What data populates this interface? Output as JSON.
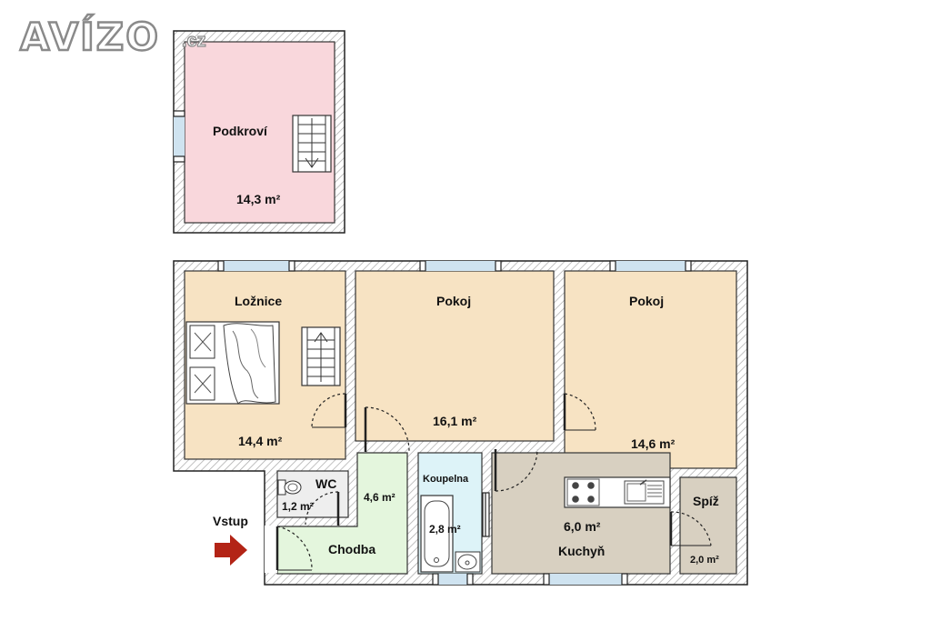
{
  "branding": {
    "logo_main": "AVÍZO",
    "logo_suffix": ".cz"
  },
  "rooms": {
    "attic": {
      "name": "Podkroví",
      "area": "14,3 m²"
    },
    "bedroom": {
      "name": "Ložnice",
      "area": "14,4 m²"
    },
    "room1": {
      "name": "Pokoj",
      "area": "16,1 m²"
    },
    "room2": {
      "name": "Pokoj",
      "area": "14,6 m²"
    },
    "wc": {
      "name": "WC",
      "area": "1,2 m²"
    },
    "hall": {
      "name": "Chodba",
      "area": "4,6 m²"
    },
    "bathroom": {
      "name": "Koupelna",
      "area": "2,8 m²"
    },
    "kitchen": {
      "name": "Kuchyň",
      "area": "6,0 m²"
    },
    "pantry": {
      "name": "Spíž",
      "area": "2,0 m²"
    }
  },
  "entrance": {
    "label": "Vstup"
  },
  "colors": {
    "attic": "#f9d7dc",
    "living": "#f7e3c3",
    "hall": "#e4f6dd",
    "bathroom": "#ddf3f8",
    "kitchen": "#d8d0c1",
    "pantry": "#d8d0c1",
    "wc": "#eeeeee",
    "window": "#cfe3f0",
    "arrow": "#b32416",
    "wall_hatch": "#9a9a9a"
  }
}
